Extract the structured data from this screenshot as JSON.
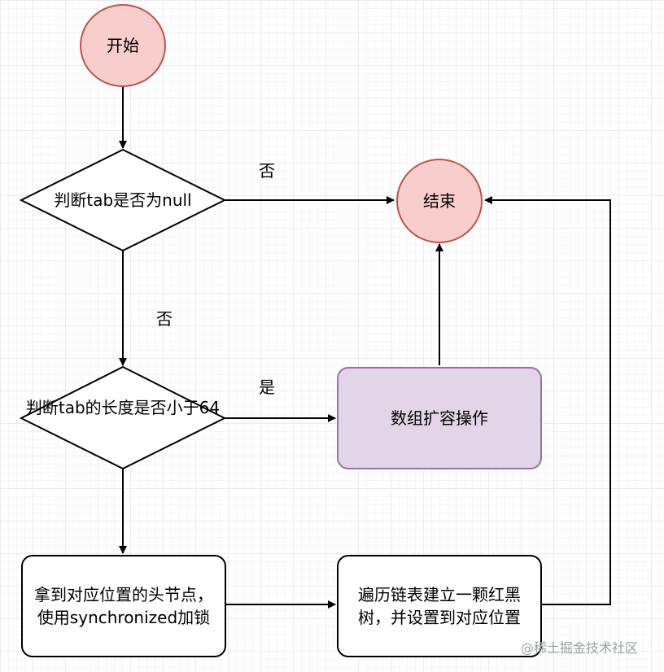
{
  "nodes": {
    "start": "开始",
    "end": "结束",
    "check_null": "判断tab是否为null",
    "check_len": "判断tab的长度是否小于64",
    "resize": "数组扩容操作",
    "lock_head": "拿到对应位置的头节点，使用synchronized加锁",
    "build_tree": "遍历链表建立一颗红黑树，并设置到对应位置"
  },
  "edge_labels": {
    "null_to_end": "否",
    "null_to_len": "否",
    "len_to_resize": "是"
  },
  "watermark": "@稀土掘金技术社区"
}
